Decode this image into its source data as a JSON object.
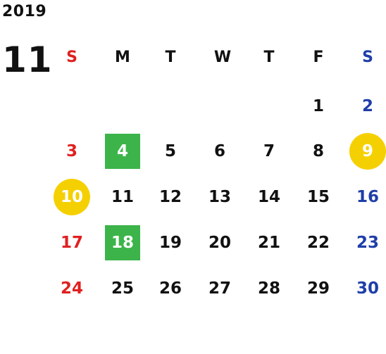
{
  "year": "2019",
  "month": "11",
  "weekdays": [
    "S",
    "M",
    "T",
    "W",
    "T",
    "F",
    "S"
  ],
  "colors": {
    "sunday": "#e02020",
    "saturday": "#1f3ea8",
    "highlight_square": "#3cb44a",
    "highlight_circle": "#f5d000"
  },
  "weeks": [
    [
      null,
      null,
      null,
      null,
      null,
      "1",
      "2"
    ],
    [
      "3",
      "4",
      "5",
      "6",
      "7",
      "8",
      "9"
    ],
    [
      "10",
      "11",
      "12",
      "13",
      "14",
      "15",
      "16"
    ],
    [
      "17",
      "18",
      "19",
      "20",
      "21",
      "22",
      "23"
    ],
    [
      "24",
      "25",
      "26",
      "27",
      "28",
      "29",
      "30"
    ]
  ],
  "highlights": {
    "square": [
      "4",
      "18"
    ],
    "circle": [
      "9",
      "10"
    ]
  }
}
